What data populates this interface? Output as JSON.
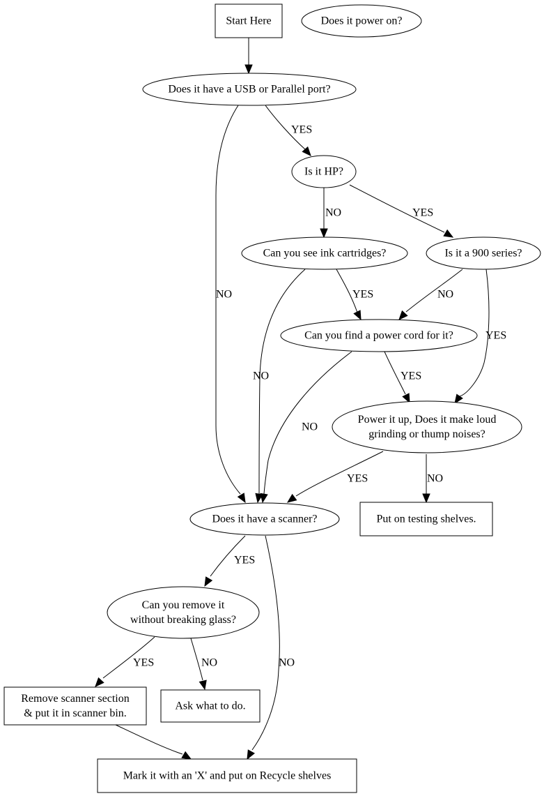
{
  "diagram": {
    "nodes": {
      "start": {
        "shape": "box",
        "lines": [
          "Start Here"
        ]
      },
      "power_on": {
        "shape": "ellipse",
        "lines": [
          "Does it power on?"
        ]
      },
      "usb_parallel": {
        "shape": "ellipse",
        "lines": [
          "Does it have a USB or Parallel port?"
        ]
      },
      "is_hp": {
        "shape": "ellipse",
        "lines": [
          "Is it HP?"
        ]
      },
      "ink_cartridges": {
        "shape": "ellipse",
        "lines": [
          "Can you see ink cartridges?"
        ]
      },
      "series_900": {
        "shape": "ellipse",
        "lines": [
          "Is it a 900 series?"
        ]
      },
      "power_cord": {
        "shape": "ellipse",
        "lines": [
          "Can you find a power cord for it?"
        ]
      },
      "power_up": {
        "shape": "ellipse",
        "lines": [
          "Power it up, Does it make loud",
          "grinding or thump noises?"
        ]
      },
      "has_scanner": {
        "shape": "ellipse",
        "lines": [
          "Does it have a scanner?"
        ]
      },
      "testing_shelves": {
        "shape": "box",
        "lines": [
          "Put on testing shelves."
        ]
      },
      "remove_glass": {
        "shape": "ellipse",
        "lines": [
          "Can you remove it",
          "without breaking glass?"
        ]
      },
      "remove_scanner": {
        "shape": "box",
        "lines": [
          "Remove scanner section",
          "& put it in scanner bin."
        ]
      },
      "ask": {
        "shape": "box",
        "lines": [
          "Ask what to do."
        ]
      },
      "recycle": {
        "shape": "box",
        "lines": [
          "Mark it with an 'X' and put on Recycle shelves"
        ]
      }
    },
    "edges": [
      {
        "from": "start",
        "to": "usb_parallel",
        "label": ""
      },
      {
        "from": "usb_parallel",
        "to": "is_hp",
        "label": "YES"
      },
      {
        "from": "usb_parallel",
        "to": "has_scanner",
        "label": "NO"
      },
      {
        "from": "is_hp",
        "to": "ink_cartridges",
        "label": "NO"
      },
      {
        "from": "is_hp",
        "to": "series_900",
        "label": "YES"
      },
      {
        "from": "ink_cartridges",
        "to": "power_cord",
        "label": "YES"
      },
      {
        "from": "ink_cartridges",
        "to": "has_scanner",
        "label": "NO"
      },
      {
        "from": "series_900",
        "to": "power_cord",
        "label": "NO"
      },
      {
        "from": "series_900",
        "to": "power_up",
        "label": "YES"
      },
      {
        "from": "power_cord",
        "to": "power_up",
        "label": "YES"
      },
      {
        "from": "power_cord",
        "to": "has_scanner",
        "label": "NO"
      },
      {
        "from": "power_up",
        "to": "has_scanner",
        "label": "YES"
      },
      {
        "from": "power_up",
        "to": "testing_shelves",
        "label": "NO"
      },
      {
        "from": "has_scanner",
        "to": "remove_glass",
        "label": "YES"
      },
      {
        "from": "has_scanner",
        "to": "recycle",
        "label": "NO"
      },
      {
        "from": "remove_glass",
        "to": "remove_scanner",
        "label": "YES"
      },
      {
        "from": "remove_glass",
        "to": "ask",
        "label": "NO"
      },
      {
        "from": "remove_scanner",
        "to": "recycle",
        "label": ""
      }
    ]
  }
}
